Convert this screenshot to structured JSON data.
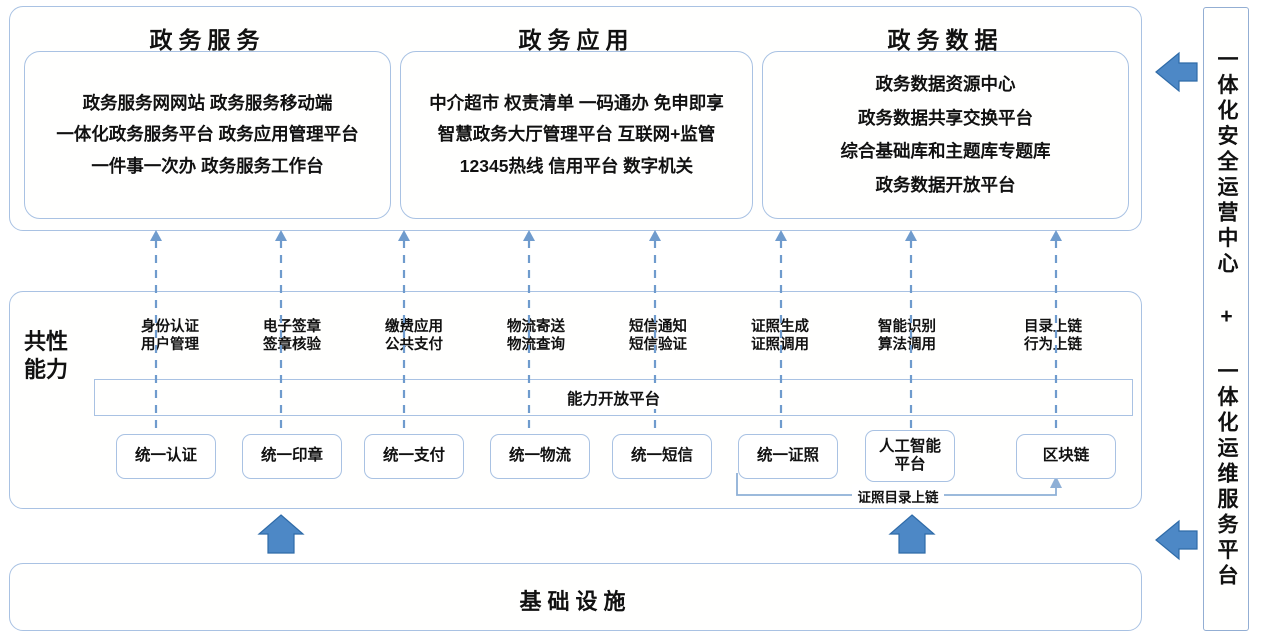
{
  "top": {
    "columns": [
      {
        "title": "政务服务",
        "items": [
          "政务服务网网站 政务服务移动端",
          "一体化政务服务平台 政务应用管理平台",
          "一件事一次办 政务服务工作台"
        ]
      },
      {
        "title": "政务应用",
        "items": [
          "中介超市 权责清单 一码通办 免申即享",
          "智慧政务大厅管理平台 互联网+监管",
          "12345热线 信用平台 数字机关"
        ]
      },
      {
        "title": "政务数据",
        "items": [
          "政务数据资源中心",
          "政务数据共享交换平台",
          "综合基础库和主题库专题库",
          "政务数据开放平台"
        ]
      }
    ]
  },
  "middle": {
    "side_label": "共性能力",
    "open_platform_label": "能力开放平台",
    "connector_label": "证照目录上链",
    "capabilities": [
      {
        "top_line1": "身份认证",
        "top_line2": "用户管理",
        "box": "统一认证"
      },
      {
        "top_line1": "电子签章",
        "top_line2": "签章核验",
        "box": "统一印章"
      },
      {
        "top_line1": "缴费应用",
        "top_line2": "公共支付",
        "box": "统一支付"
      },
      {
        "top_line1": "物流寄送",
        "top_line2": "物流查询",
        "box": "统一物流"
      },
      {
        "top_line1": "短信通知",
        "top_line2": "短信验证",
        "box": "统一短信"
      },
      {
        "top_line1": "证照生成",
        "top_line2": "证照调用",
        "box": "统一证照"
      },
      {
        "top_line1": "智能识别",
        "top_line2": "算法调用",
        "box": "人工智能\n平台"
      },
      {
        "top_line1": "目录上链",
        "top_line2": "行为上链",
        "box": "区块链"
      }
    ]
  },
  "bottom": {
    "label": "基础设施"
  },
  "sidebar": {
    "label": "一体化安全运营中心 + 一体化运维服务平台"
  },
  "colors": {
    "panel_border": "#a9c2e3",
    "dashed_line": "#6f9bcd",
    "arrow_fill": "#4d88c6",
    "arrow_stroke": "#2f6ba8",
    "connector_line": "#8fb0d6",
    "text": "#111111"
  },
  "arrows": {
    "up_arrow_count": 2,
    "left_arrow_count": 2,
    "dashed_connector_count": 8
  }
}
